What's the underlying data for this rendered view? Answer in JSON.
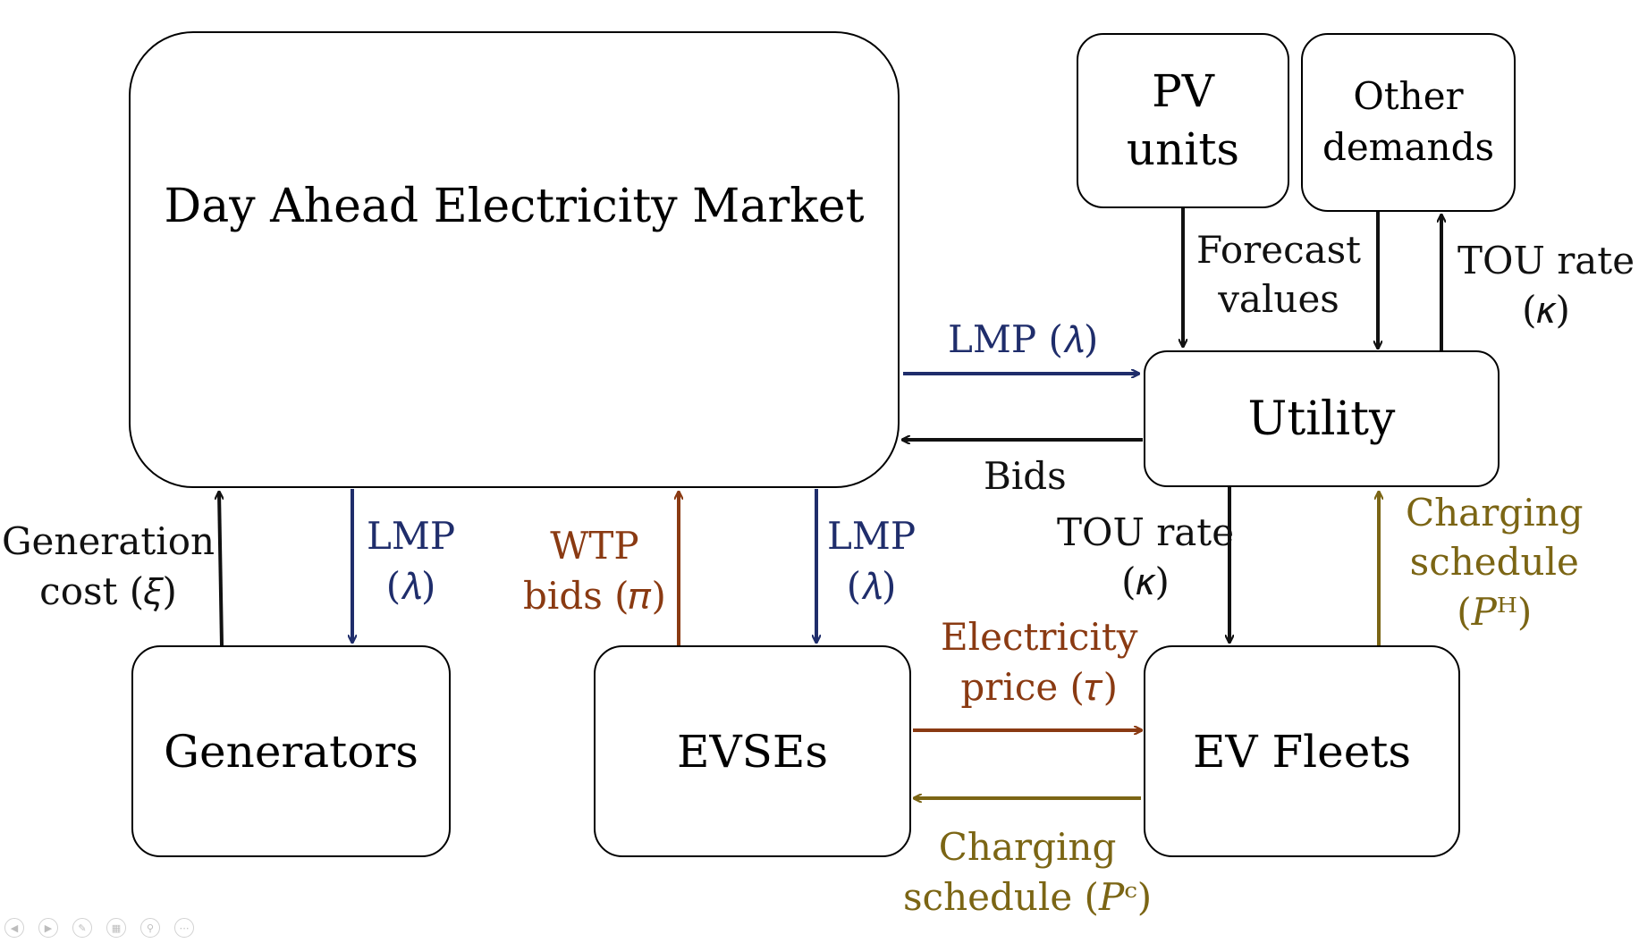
{
  "nodes": {
    "market": "Day Ahead Electricity Market",
    "pv": [
      "PV",
      "units"
    ],
    "other_demands": [
      "Other",
      "demands"
    ],
    "utility": "Utility",
    "generators": "Generators",
    "evses": "EVSEs",
    "ev_fleets": "EV Fleets"
  },
  "edge_labels": {
    "lmp_to_utility": "LMP (𝜆)",
    "bids": "Bids",
    "forecast": [
      "Forecast",
      "values"
    ],
    "tou_to_other": [
      "TOU rate",
      "(𝜅)"
    ],
    "generation_cost": [
      "Generation",
      "cost (𝜉)"
    ],
    "lmp_to_generators": [
      "LMP",
      "(𝜆)"
    ],
    "wtp_bids": [
      "WTP",
      "bids (𝜋)"
    ],
    "lmp_to_evses": [
      "LMP",
      "(𝜆)"
    ],
    "tou_to_fleets": [
      "TOU rate",
      "(𝜅)"
    ],
    "charging_schedule_h": [
      "Charging",
      "schedule",
      "(𝑃ᴴ)"
    ],
    "electricity_price": [
      "Electricity",
      "price (𝜏)"
    ],
    "charging_schedule_c": [
      "Charging",
      "schedule (𝑃ᶜ)"
    ]
  },
  "colors": {
    "blue": "#1f2d6b",
    "brown": "#8a3a12",
    "olive": "#7b6514",
    "black": "#111111"
  },
  "presentation_controls": [
    "back-icon",
    "forward-icon",
    "pen-icon",
    "slides-icon",
    "zoom-icon",
    "more-icon"
  ]
}
